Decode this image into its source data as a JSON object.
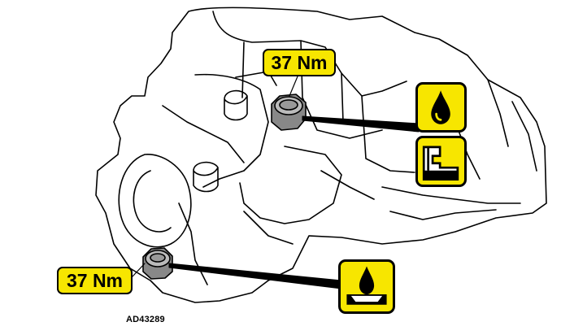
{
  "callouts": {
    "upper_torque": "37 Nm",
    "lower_torque": "37 Nm"
  },
  "icons": {
    "upper_fluid": "oil-drop-icon",
    "upper_component": "transmission-housing-icon",
    "lower_fluid": "fluid-drain-tray-icon"
  },
  "figure_id": "AD43289",
  "colors": {
    "callout_fill": "#f7e600",
    "outline": "#000000"
  }
}
